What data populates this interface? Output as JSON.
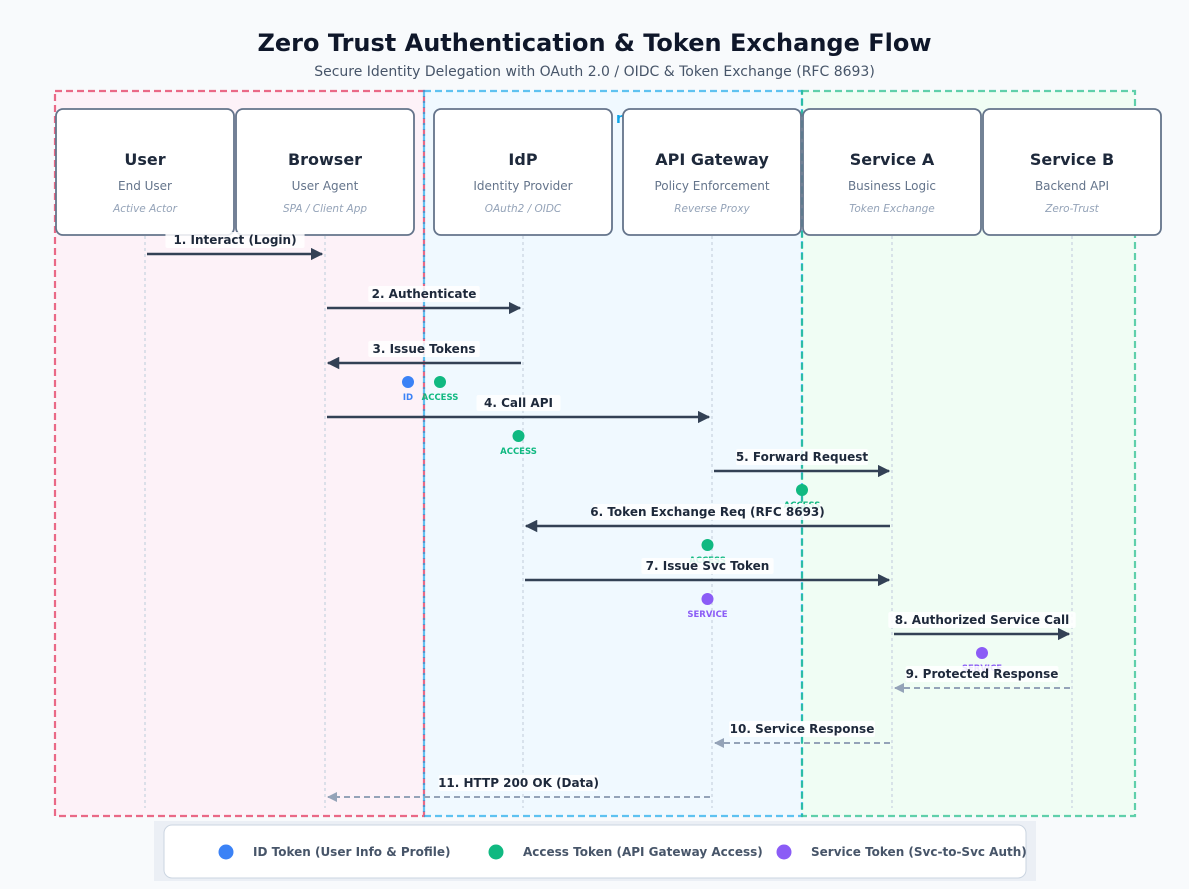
{
  "title": "Zero Trust Authentication & Token Exchange Flow",
  "subtitle": "Secure Identity Delegation with OAuth 2.0 / OIDC & Token Exchange (RFC 8693)",
  "zones": [
    {
      "id": "client",
      "color": "#e11d48",
      "fill": "#fdf2f8",
      "label": ""
    },
    {
      "id": "identity",
      "color": "#0ea5e9",
      "fill": "#f0f9ff",
      "label": "n"
    },
    {
      "id": "services",
      "color": "#10b981",
      "fill": "#f0fdf4",
      "label": ""
    }
  ],
  "participants": [
    {
      "name": "User",
      "role": "End User",
      "note": "Active Actor"
    },
    {
      "name": "Browser",
      "role": "User Agent",
      "note": "SPA / Client App"
    },
    {
      "name": "IdP",
      "role": "Identity Provider",
      "note": "OAuth2 / OIDC"
    },
    {
      "name": "API Gateway",
      "role": "Policy Enforcement",
      "note": "Reverse Proxy"
    },
    {
      "name": "Service A",
      "role": "Business Logic",
      "note": "Token Exchange"
    },
    {
      "name": "Service B",
      "role": "Backend API",
      "note": "Zero-Trust"
    }
  ],
  "messages": [
    {
      "label": "1. Interact (Login)",
      "from": 0,
      "to": 1,
      "style": "solid"
    },
    {
      "label": "2. Authenticate",
      "from": 1,
      "to": 2,
      "style": "solid"
    },
    {
      "label": "3. Issue Tokens",
      "from": 2,
      "to": 1,
      "style": "solid",
      "tokens": [
        "id",
        "access"
      ]
    },
    {
      "label": "4. Call API",
      "from": 1,
      "to": 3,
      "style": "solid",
      "tokens": [
        "access"
      ]
    },
    {
      "label": "5. Forward Request",
      "from": 3,
      "to": 4,
      "style": "solid",
      "tokens": [
        "access"
      ]
    },
    {
      "label": "6. Token Exchange Req (RFC 8693)",
      "from": 4,
      "to": 2,
      "style": "solid",
      "tokens": [
        "access"
      ]
    },
    {
      "label": "7. Issue Svc Token",
      "from": 2,
      "to": 4,
      "style": "solid",
      "tokens": [
        "service"
      ]
    },
    {
      "label": "8. Authorized Service Call",
      "from": 4,
      "to": 5,
      "style": "solid",
      "tokens": [
        "service"
      ]
    },
    {
      "label": "9. Protected Response",
      "from": 5,
      "to": 4,
      "style": "dashed"
    },
    {
      "label": "10. Service Response",
      "from": 4,
      "to": 3,
      "style": "dashed"
    },
    {
      "label": "11. HTTP 200 OK (Data)",
      "from": 3,
      "to": 1,
      "style": "dashed"
    }
  ],
  "tokens": {
    "id": {
      "tag": "ID",
      "color": "#3b82f6"
    },
    "access": {
      "tag": "ACCESS",
      "color": "#10b981"
    },
    "service": {
      "tag": "SERVICE",
      "color": "#8b5cf6"
    }
  },
  "legend": [
    {
      "color": "#3b82f6",
      "label": "ID Token (User Info & Profile)"
    },
    {
      "color": "#10b981",
      "label": "Access Token (API Gateway Access)"
    },
    {
      "color": "#8b5cf6",
      "label": "Service Token (Svc-to-Svc Auth)"
    }
  ],
  "colors": {
    "arrow": "#334155",
    "return_arrow": "#94a3b8",
    "box_border": "#64748b",
    "lifeline": "#cbd5e1"
  }
}
